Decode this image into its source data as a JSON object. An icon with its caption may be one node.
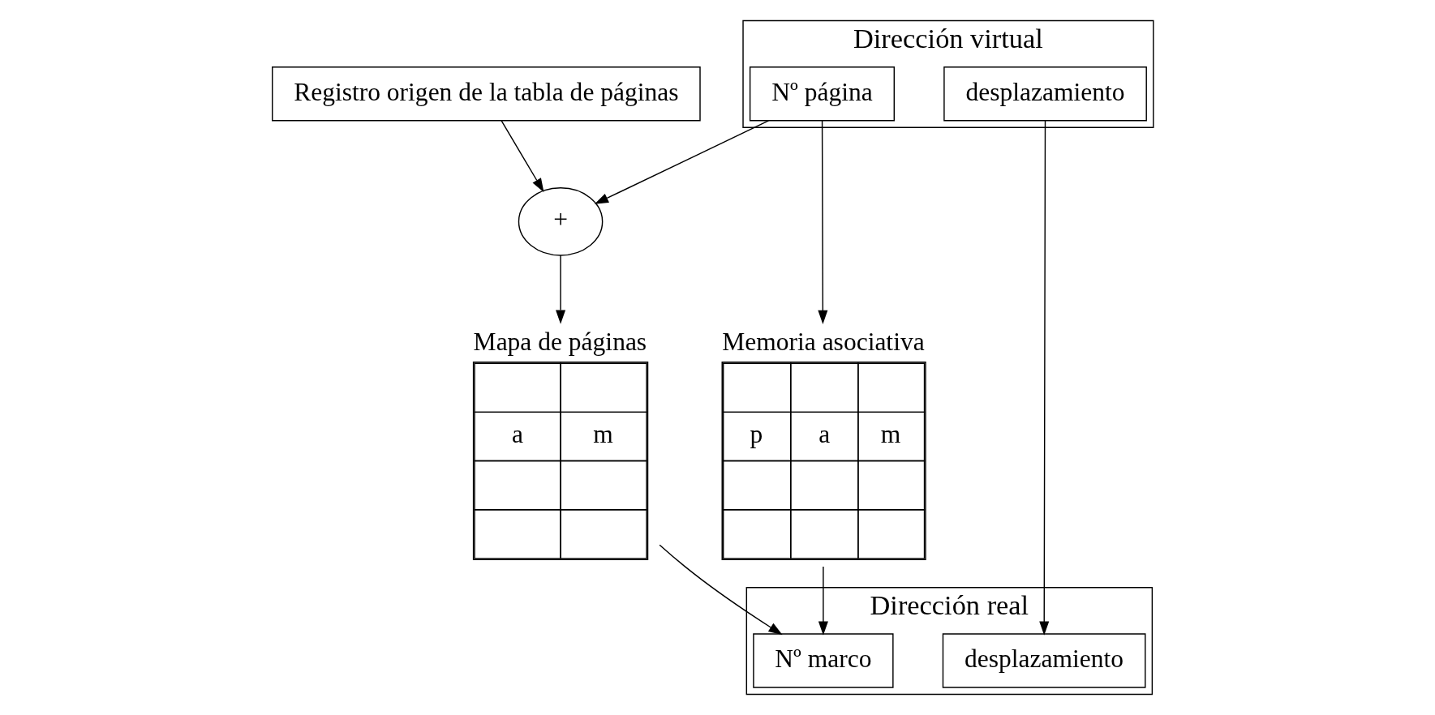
{
  "diagram": {
    "nodes": [
      {
        "text": [
          "Registro origen de la tabla de páginas"
        ]
      },
      {
        "text": [
          "+"
        ]
      },
      {
        "text": [
          "Dirección virtual"
        ]
      },
      {
        "text": [
          "Nº página"
        ],
        "in": 2
      },
      {
        "text": [
          "desplazamiento"
        ],
        "in": 2
      },
      {
        "text": [
          "Memoria asociativa",
          "p",
          "a",
          "m"
        ]
      },
      {
        "text": [
          "Mapa de páginas",
          "a",
          "m"
        ]
      },
      {
        "text": [
          "Dirección real"
        ]
      },
      {
        "text": [
          "Nº marco"
        ],
        "in": 7
      },
      {
        "text": [
          "desplazamiento"
        ],
        "in": 7
      }
    ],
    "edges": [
      {
        "from": 0,
        "to": 1,
        "arrow": "to"
      },
      {
        "from": 3,
        "to": 1,
        "arrow": "to"
      },
      {
        "from": 3,
        "to": 5,
        "arrow": "to"
      },
      {
        "from": 5,
        "to": 8,
        "arrow": "to"
      },
      {
        "from": 1,
        "to": 6,
        "arrow": "to"
      },
      {
        "from": 6,
        "to": 8,
        "arrow": "to"
      },
      {
        "from": 4,
        "to": 9,
        "arrow": "to"
      }
    ]
  }
}
